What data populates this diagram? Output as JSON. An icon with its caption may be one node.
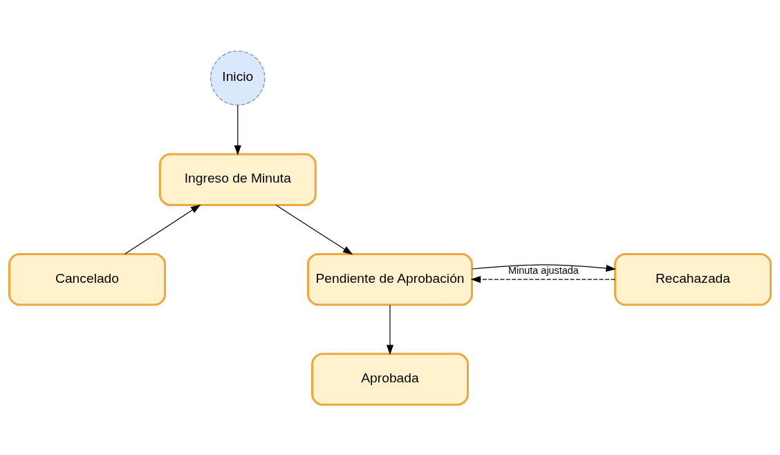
{
  "diagram": {
    "nodes": [
      {
        "text": [
          "Inicio"
        ]
      },
      {
        "text": [
          "Ingreso de Minuta"
        ]
      },
      {
        "text": [
          "Cancelado"
        ]
      },
      {
        "text": [
          "Pendiente de Aprobación"
        ]
      },
      {
        "text": [
          "Recahazada"
        ]
      },
      {
        "text": [
          "Aprobada"
        ]
      }
    ],
    "edges": [
      {
        "from": 0,
        "to": 1,
        "arrow": "to"
      },
      {
        "from": 2,
        "to": 1,
        "arrow": "to"
      },
      {
        "from": 1,
        "to": 3,
        "arrow": "to"
      },
      {
        "from": 3,
        "to": 4,
        "arrow": "to"
      },
      {
        "from": 4,
        "to": 3,
        "arrow": "to",
        "style": "dashed",
        "label": "Minuta ajustada"
      },
      {
        "from": 3,
        "to": 5,
        "arrow": "to"
      }
    ]
  }
}
